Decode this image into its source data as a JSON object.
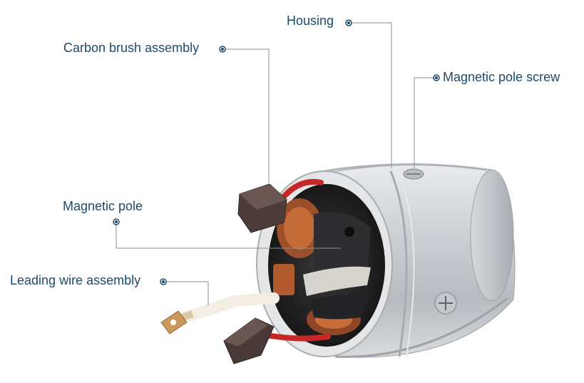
{
  "callouts": {
    "housing": "Housing",
    "carbon_brush": "Carbon brush assembly",
    "magnetic_pole_screw": "Magnetic pole screw",
    "magnetic_pole": "Magnetic pole",
    "leading_wire": "Leading wire assembly"
  },
  "colors": {
    "label_text": "#1d4a6b",
    "leader_line": "#8a8f96",
    "housing_metal": "#c9ccd0",
    "copper_winding": "#a0522d",
    "magnet": "#2b2b2b",
    "red_wire": "#c62828",
    "brush": "#4a3b38"
  },
  "icons": [
    "bullet-dot-icon"
  ]
}
